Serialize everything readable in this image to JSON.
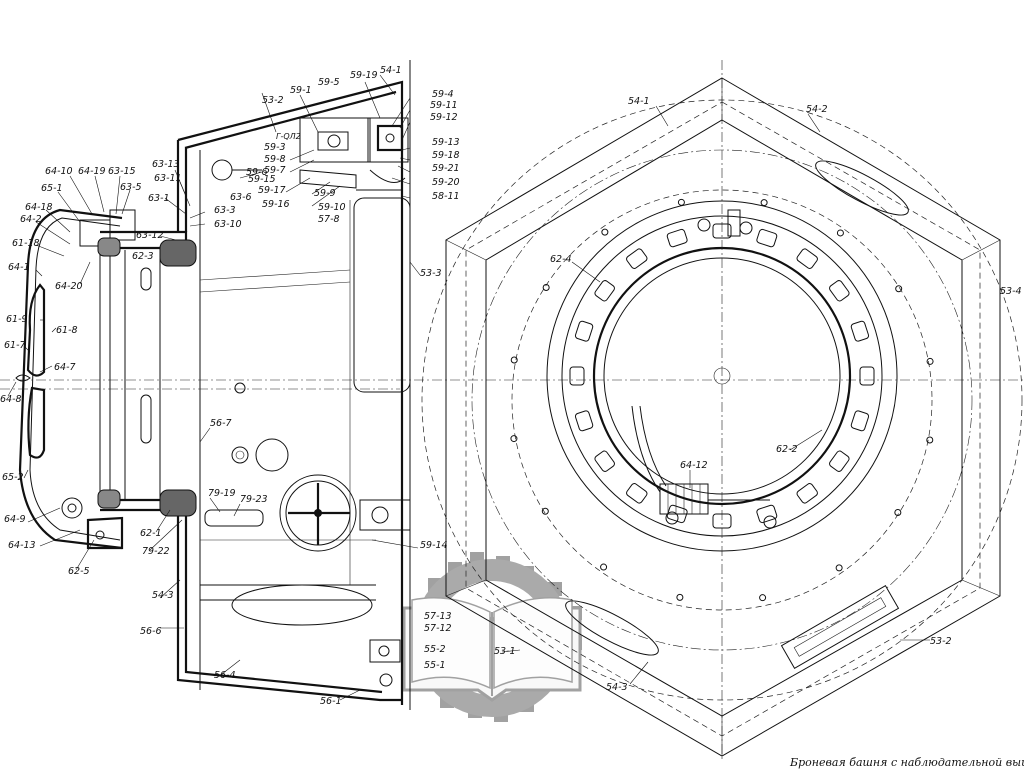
{
  "caption": "Броневая башня с наблюдательной вышкой.",
  "side_view": {
    "labels": [
      {
        "id": "l54_1a",
        "text": "54-1"
      },
      {
        "id": "l59_19",
        "text": "59-19"
      },
      {
        "id": "l59_5",
        "text": "59-5"
      },
      {
        "id": "l59_1",
        "text": "59-1"
      },
      {
        "id": "l53_2",
        "text": "53-2"
      },
      {
        "id": "l59_4",
        "text": "59-4"
      },
      {
        "id": "l59_11",
        "text": "59-11"
      },
      {
        "id": "l59_12",
        "text": "59-12"
      },
      {
        "id": "l59_3",
        "text": "59-3"
      },
      {
        "id": "l59_8",
        "text": "59-8"
      },
      {
        "id": "l59_7",
        "text": "59-7"
      },
      {
        "id": "l59_15",
        "text": "59-15"
      },
      {
        "id": "l59_17",
        "text": "59-17"
      },
      {
        "id": "l59_16",
        "text": "59-16"
      },
      {
        "id": "l59_9",
        "text": "59-9"
      },
      {
        "id": "l59_10",
        "text": "59-10"
      },
      {
        "id": "l57_8",
        "text": "57-8"
      },
      {
        "id": "l59_13",
        "text": "59-13"
      },
      {
        "id": "l59_18",
        "text": "59-18"
      },
      {
        "id": "l59_21",
        "text": "59-21"
      },
      {
        "id": "l59_20",
        "text": "59-20"
      },
      {
        "id": "l58_11",
        "text": "58-11"
      },
      {
        "id": "l59_6",
        "text": "59-6"
      },
      {
        "id": "l63_13",
        "text": "63-13"
      },
      {
        "id": "l63_11",
        "text": "63-11"
      },
      {
        "id": "l63_1",
        "text": "63-1"
      },
      {
        "id": "l63_6",
        "text": "63-6"
      },
      {
        "id": "l63_3",
        "text": "63-3"
      },
      {
        "id": "l63_10",
        "text": "63-10"
      },
      {
        "id": "l63_12",
        "text": "63-12"
      },
      {
        "id": "l63_5",
        "text": "63-5"
      },
      {
        "id": "l64_10",
        "text": "64-10"
      },
      {
        "id": "l64_19",
        "text": "64-19"
      },
      {
        "id": "l63_15",
        "text": "63-15"
      },
      {
        "id": "l65_1",
        "text": "65-1"
      },
      {
        "id": "l64_18",
        "text": "64-18"
      },
      {
        "id": "l64_2",
        "text": "64-2"
      },
      {
        "id": "l61_18",
        "text": "61-18"
      },
      {
        "id": "l64_1",
        "text": "64-1"
      },
      {
        "id": "l64_20",
        "text": "64-20"
      },
      {
        "id": "l62_3",
        "text": "62-3"
      },
      {
        "id": "l61_9",
        "text": "61-9"
      },
      {
        "id": "l61_8",
        "text": "61-8"
      },
      {
        "id": "l61_7",
        "text": "61-7"
      },
      {
        "id": "l64_7",
        "text": "64-7"
      },
      {
        "id": "l64_8",
        "text": "64-8"
      },
      {
        "id": "l56_7",
        "text": "56-7"
      },
      {
        "id": "l65_2",
        "text": "65-2"
      },
      {
        "id": "l64_9",
        "text": "64-9"
      },
      {
        "id": "l64_13",
        "text": "64-13"
      },
      {
        "id": "l62_5",
        "text": "62-5"
      },
      {
        "id": "l62_1",
        "text": "62-1"
      },
      {
        "id": "l79_19",
        "text": "79-19"
      },
      {
        "id": "l79_23",
        "text": "79-23"
      },
      {
        "id": "l79_22",
        "text": "79-22"
      },
      {
        "id": "l59_14",
        "text": "59-14"
      },
      {
        "id": "l54_3a",
        "text": "54-3"
      },
      {
        "id": "l56_6",
        "text": "56-6"
      },
      {
        "id": "l56_4",
        "text": "56-4"
      },
      {
        "id": "l56_1",
        "text": "56-1"
      },
      {
        "id": "l57_13",
        "text": "57-13"
      },
      {
        "id": "l57_12",
        "text": "57-12"
      },
      {
        "id": "l55_2",
        "text": "55-2"
      },
      {
        "id": "l55_1",
        "text": "55-1"
      },
      {
        "id": "l53_3",
        "text": "53-3"
      },
      {
        "id": "ltqn",
        "text": "Г-QЛ2"
      }
    ]
  },
  "plan_view": {
    "labels": [
      {
        "id": "p54_1",
        "text": "54-1"
      },
      {
        "id": "p54_2",
        "text": "54-2"
      },
      {
        "id": "p53_4",
        "text": "53-4"
      },
      {
        "id": "p62_4",
        "text": "62-4"
      },
      {
        "id": "p62_2",
        "text": "62-2"
      },
      {
        "id": "p64_12",
        "text": "64-12"
      },
      {
        "id": "p53_1",
        "text": "53-1"
      },
      {
        "id": "p54_3",
        "text": "54-3"
      },
      {
        "id": "p53_2",
        "text": "53-2"
      }
    ]
  }
}
